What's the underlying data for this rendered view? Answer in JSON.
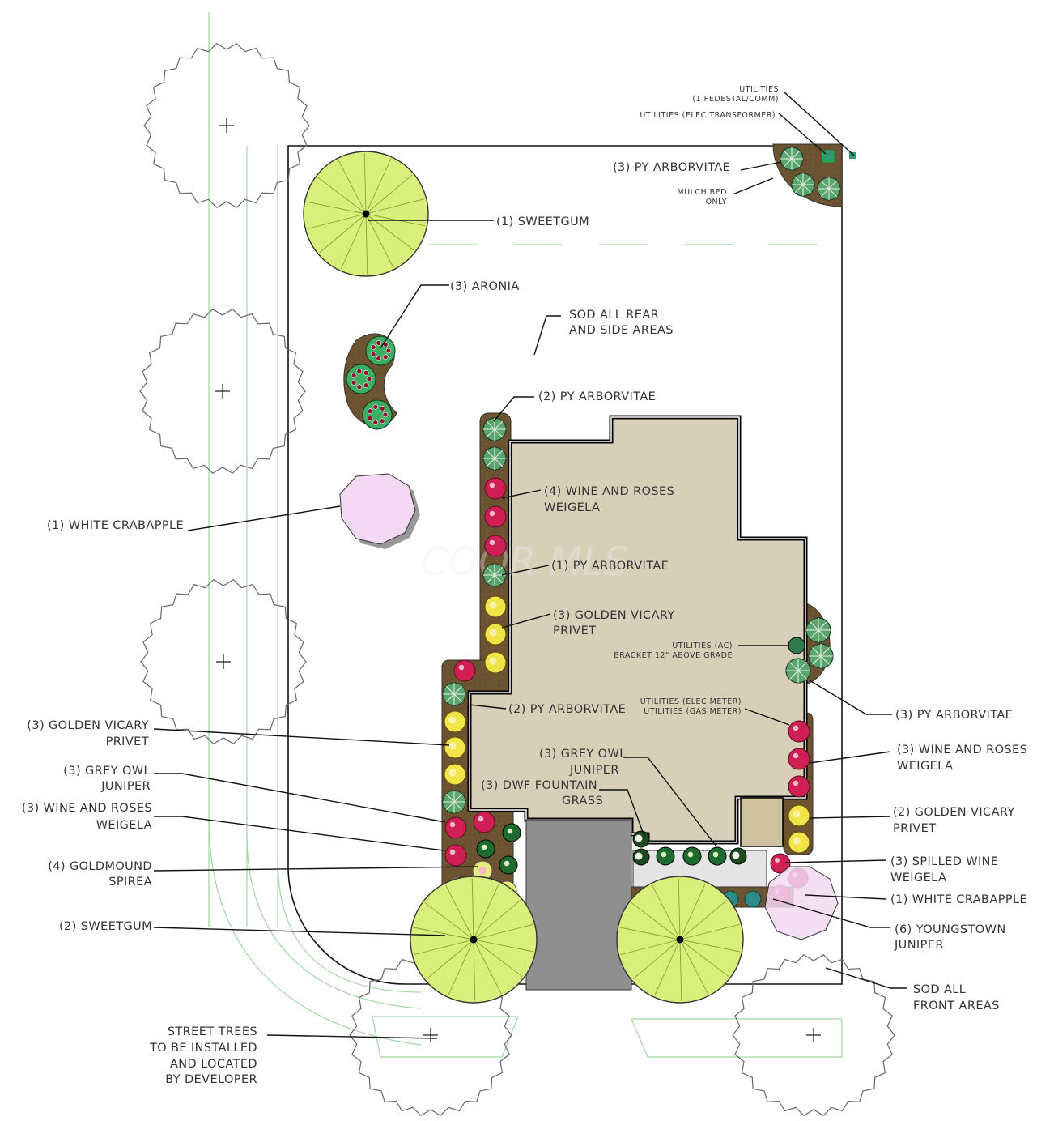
{
  "watermark": "COOR MLS",
  "labels": {
    "sweetgum_top": "(1) SWEETGUM",
    "aronia": "(3) ARONIA",
    "sod_rear_1": "SOD ALL REAR",
    "sod_rear_2": "AND SIDE AREAS",
    "util_pedestal_1": "UTILITIES",
    "util_pedestal_2": "(1 PEDESTAL/COMM)",
    "util_transformer": "UTILITIES (ELEC TRANSFORMER)",
    "py_arb_topright": "(3) PY ARBORVITAE",
    "mulch_1": "MULCH BED",
    "mulch_2": "ONLY",
    "py_arb_2": "(2) PY ARBORVITAE",
    "weigela_4_1": "(4) WINE AND ROSES",
    "weigela_4_2": "WEIGELA",
    "white_crab_left": "(1) WHITE CRABAPPLE",
    "py_arb_1": "(1) PY ARBORVITAE",
    "golden_3_1": "(3) GOLDEN VICARY",
    "golden_3_2": "PRIVET",
    "util_ac_1": "UTILITIES (AC)",
    "util_ac_2": "BRACKET 12\" ABOVE GRADE",
    "py_arb_2b": "(2) PY ARBORVITAE",
    "util_elec_meter": "UTILITIES (ELEC METER)",
    "util_gas_meter": "UTILITIES (GAS METER)",
    "py_arb_right": "(3) PY ARBORVITAE",
    "left_golden_1": "(3) GOLDEN VICARY",
    "left_golden_2": "PRIVET",
    "left_grey_1": "(3) GREY OWL",
    "left_grey_2": "JUNIPER",
    "left_weigela_1": "(3) WINE AND ROSES",
    "left_weigela_2": "WEIGELA",
    "left_spirea_1": "(4) GOLDMOUND",
    "left_spirea_2": "SPIREA",
    "left_sweetgum": "(2) SWEETGUM",
    "mid_grey_1": "(3) GREY OWL",
    "mid_grey_2": "JUNIPER",
    "mid_grass_1": "(3) DWF FOUNTAIN",
    "mid_grass_2": "GRASS",
    "right_weigela_1": "(3) WINE AND ROSES",
    "right_weigela_2": "WEIGELA",
    "right_golden_1": "(2) GOLDEN VICARY",
    "right_golden_2": "PRIVET",
    "right_spilled_1": "(3) SPILLED WINE",
    "right_spilled_2": "WEIGELA",
    "right_crab": "(1) WHITE CRABAPPLE",
    "right_youngstown_1": "(6) YOUNGSTOWN",
    "right_youngstown_2": "JUNIPER",
    "sod_front_1": "SOD ALL",
    "sod_front_2": "FRONT AREAS",
    "street_1": "STREET TREES",
    "street_2": "TO BE INSTALLED",
    "street_3": "AND LOCATED",
    "street_4": "BY DEVELOPER"
  },
  "colors": {
    "house": "#d8cfb9",
    "mulch": "#6b5230",
    "sweetgum": "#d8ef7c",
    "driveway": "#8f8f8f",
    "arborvitae": "#5aa46e",
    "weigela": "#d01f55",
    "privet": "#f1e448",
    "juniper": "#1e6b30",
    "crabapple": "#f3d9f3"
  }
}
